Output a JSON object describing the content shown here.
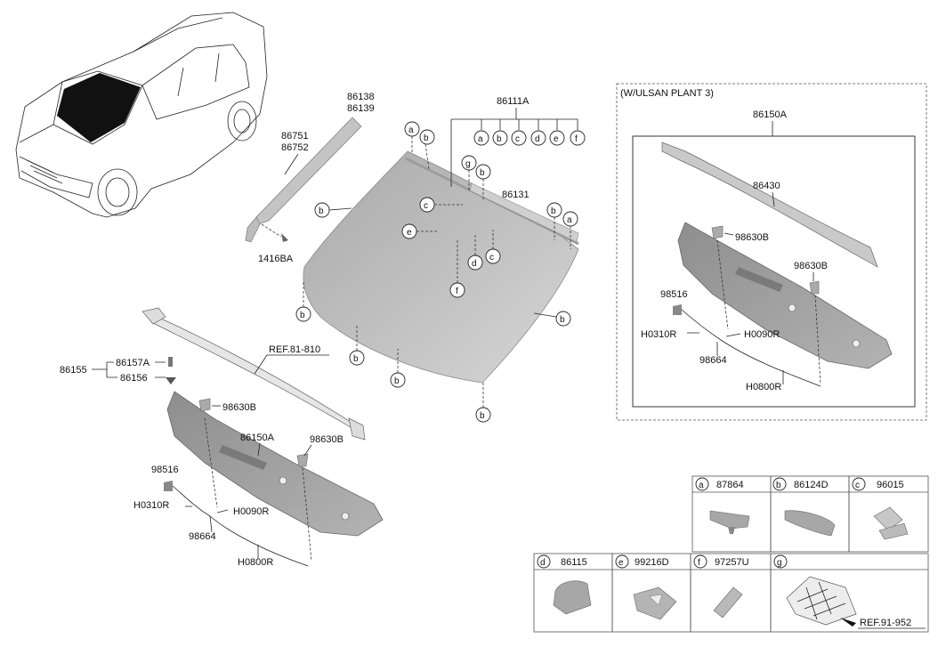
{
  "labels": {
    "p86138": "86138",
    "p86139": "86139",
    "p86751": "86751",
    "p86752": "86752",
    "p1416BA": "1416BA",
    "p86111A": "86111A",
    "p86131": "86131",
    "ref81": "REF.81-810",
    "p86155": "86155",
    "p86157A": "86157A",
    "p86156": "86156",
    "p98630B": "98630B",
    "p86150A": "86150A",
    "p98516": "98516",
    "pH0310R": "H0310R",
    "pH0090R": "H0090R",
    "p98664": "98664",
    "pH0800R": "H0800R",
    "p86430": "86430",
    "ulsan": "(W/ULSAN PLANT 3)"
  },
  "letters": [
    "a",
    "b",
    "c",
    "d",
    "e",
    "f",
    "g"
  ],
  "legend": [
    {
      "letter": "a",
      "part": "87864"
    },
    {
      "letter": "b",
      "part": "86124D"
    },
    {
      "letter": "c",
      "part": "96015"
    },
    {
      "letter": "d",
      "part": "86115"
    },
    {
      "letter": "e",
      "part": "99216D"
    },
    {
      "letter": "f",
      "part": "97257U"
    },
    {
      "letter": "g",
      "part": "",
      "ref": "REF.91-952"
    }
  ],
  "colors": {
    "glass": "#b9b9b9",
    "part": "#9a9a9a",
    "line": "#222222"
  }
}
